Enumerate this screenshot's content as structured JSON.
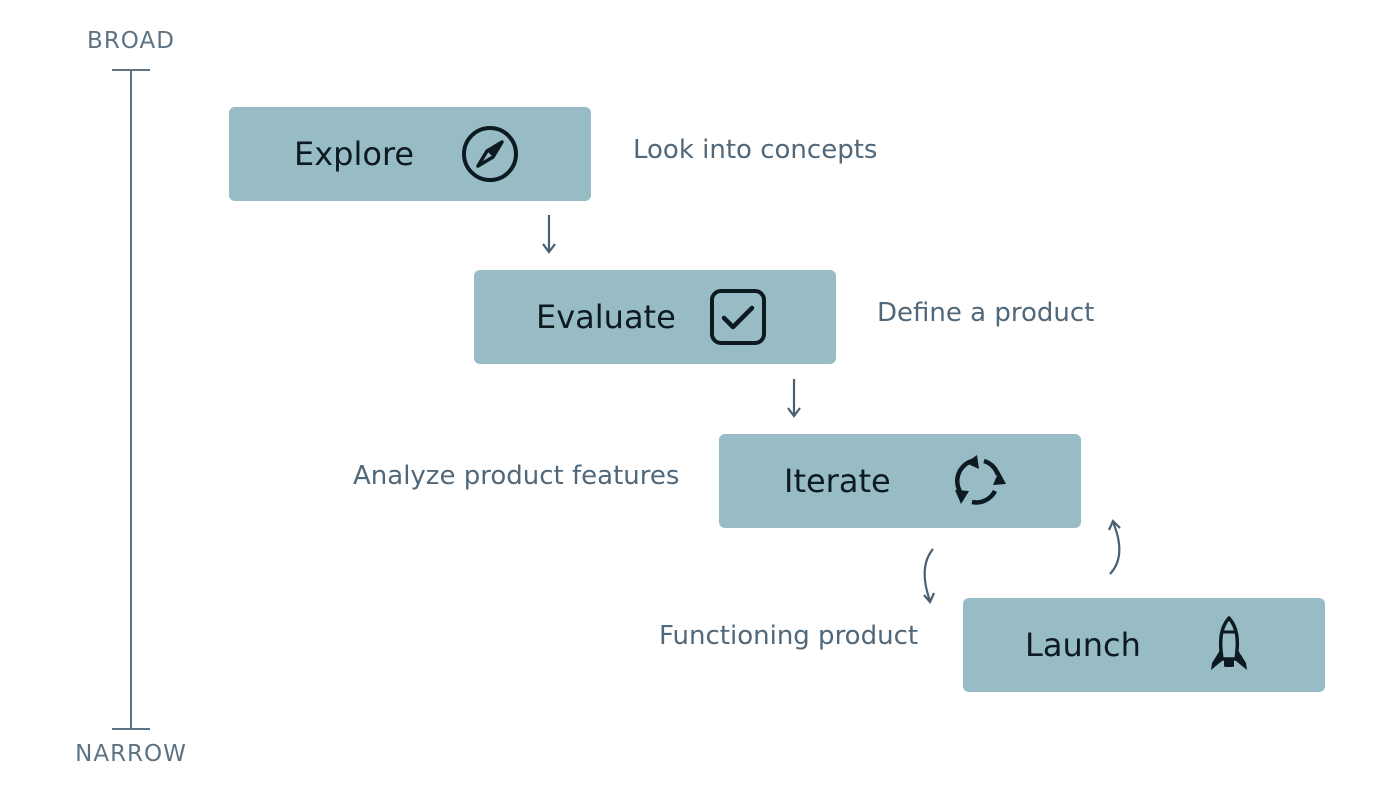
{
  "axis": {
    "top_label": "BROAD",
    "bottom_label": "NARROW"
  },
  "stages": [
    {
      "label": "Explore",
      "icon": "compass-icon",
      "description": "Look into concepts"
    },
    {
      "label": "Evaluate",
      "icon": "checkbox-icon",
      "description": "Define a product"
    },
    {
      "label": "Iterate",
      "icon": "refresh-cycle-icon",
      "description": "Analyze product features"
    },
    {
      "label": "Launch",
      "icon": "rocket-icon",
      "description": "Functioning product"
    }
  ],
  "colors": {
    "stage_fill": "#97bcc5",
    "stage_text": "#0d1a22",
    "description_text": "#51687a",
    "axis": "#5d7383",
    "connector": "#4a6072"
  }
}
